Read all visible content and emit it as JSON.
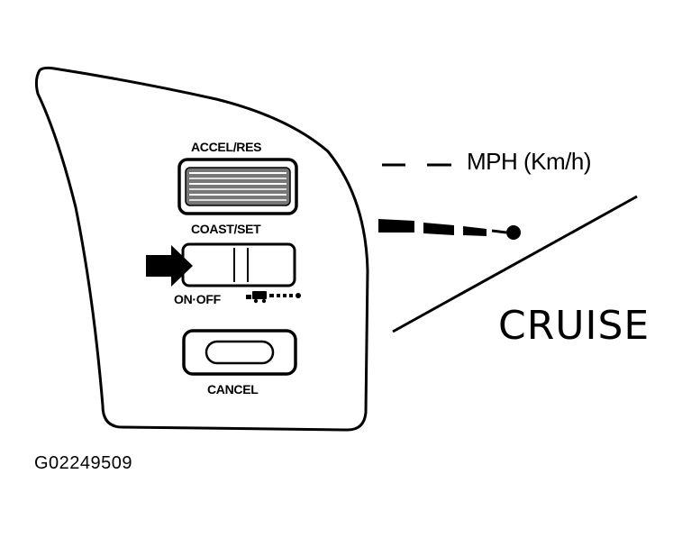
{
  "switch": {
    "accel_res_label": "ACCEL/RES",
    "coast_set_label": "COAST/SET",
    "on_off_label": "ON·OFF",
    "cancel_label": "CANCEL"
  },
  "indicator": {
    "mph_label": "MPH (Km/h)",
    "cruise_label": "CRUISE"
  },
  "figure_code": "G02249509",
  "icons": [
    "arrow-pointer-icon",
    "cruise-car-icon"
  ],
  "colors": {
    "ink": "#000000",
    "paper": "#ffffff"
  }
}
